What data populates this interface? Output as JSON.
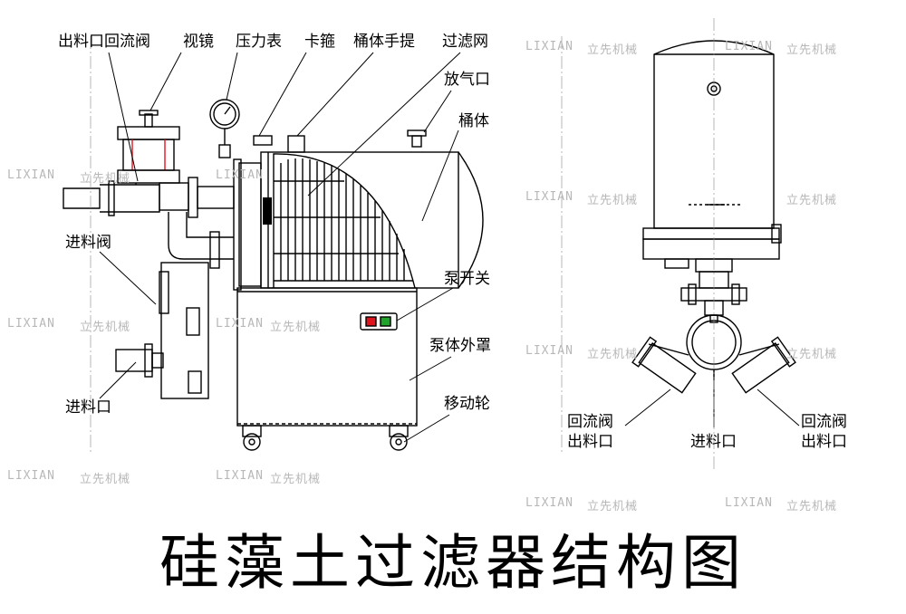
{
  "title": "硅藻土过滤器结构图",
  "watermark": {
    "latin": "LIXIAN",
    "cjk": "立先机械"
  },
  "side_view_labels": {
    "outlet_return_valve": "出料口回流阀",
    "sight_glass": "视镜",
    "pressure_gauge": "压力表",
    "clamp": "卡箍",
    "barrel_handle": "桶体手提",
    "filter_mesh": "过滤网",
    "vent": "放气口",
    "barrel": "桶体",
    "inlet_valve": "进料阀",
    "pump_switch": "泵开关",
    "pump_cover": "泵体外罩",
    "inlet": "进料口",
    "wheel": "移动轮"
  },
  "front_view_labels": {
    "left_return": "回流阀",
    "left_outlet": "出料口",
    "center_inlet": "进料口",
    "right_return": "回流阀",
    "right_outlet": "出料口"
  },
  "colors": {
    "switch_red": "#e0141c",
    "switch_green": "#1fa32a",
    "line": "#000000",
    "watermark": "#b8b8b8"
  }
}
